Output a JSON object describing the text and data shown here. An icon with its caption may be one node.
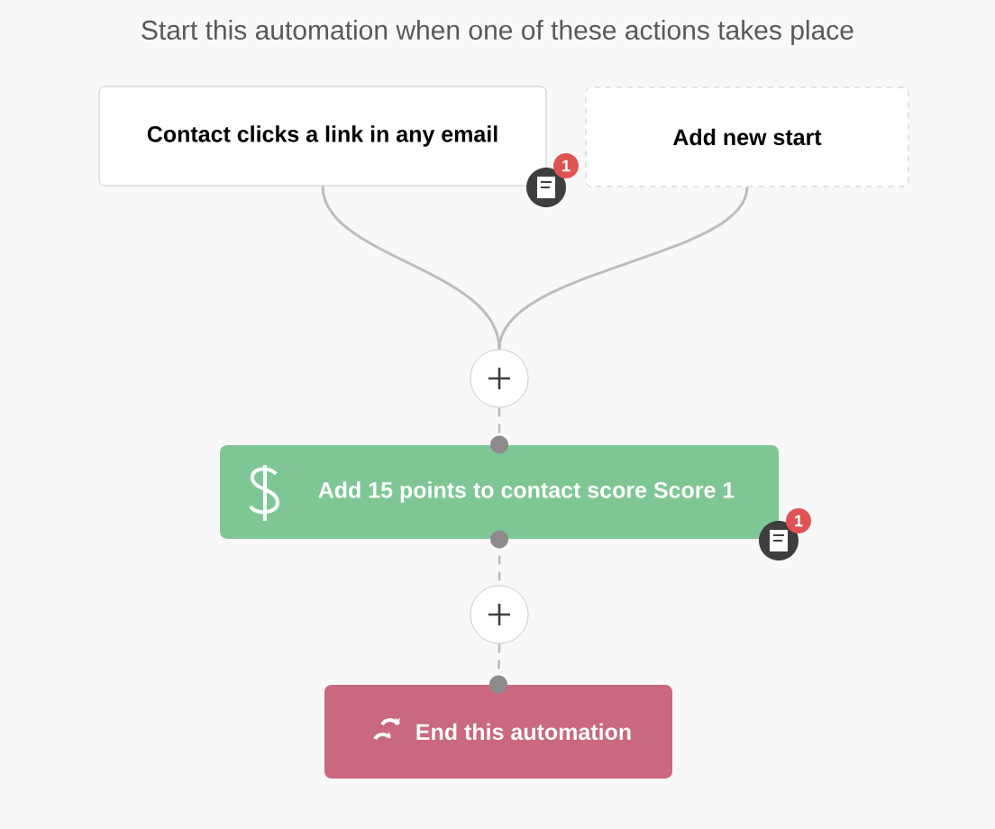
{
  "diagram": {
    "title": "Start this automation when one of these actions takes place",
    "nodes": [
      {
        "text": [
          "Contact clicks a link in any email"
        ]
      },
      {
        "text": [
          "Add new start"
        ]
      },
      {
        "text": [],
        "shape": "circle"
      },
      {
        "text": [
          "Add 15 points to contact score Score 1"
        ]
      },
      {
        "text": [],
        "shape": "circle"
      },
      {
        "text": [
          "End this automation"
        ]
      }
    ],
    "edges": [
      {
        "from": 0,
        "to": 2,
        "arrow": "none"
      },
      {
        "from": 1,
        "to": 2,
        "arrow": "none"
      },
      {
        "from": 2,
        "to": 3,
        "arrow": "none",
        "style": "dashed"
      },
      {
        "from": 3,
        "to": 4,
        "arrow": "none",
        "style": "dashed"
      },
      {
        "from": 4,
        "to": 5,
        "arrow": "none",
        "style": "dashed"
      }
    ],
    "labels": [
      "1",
      "1"
    ]
  }
}
